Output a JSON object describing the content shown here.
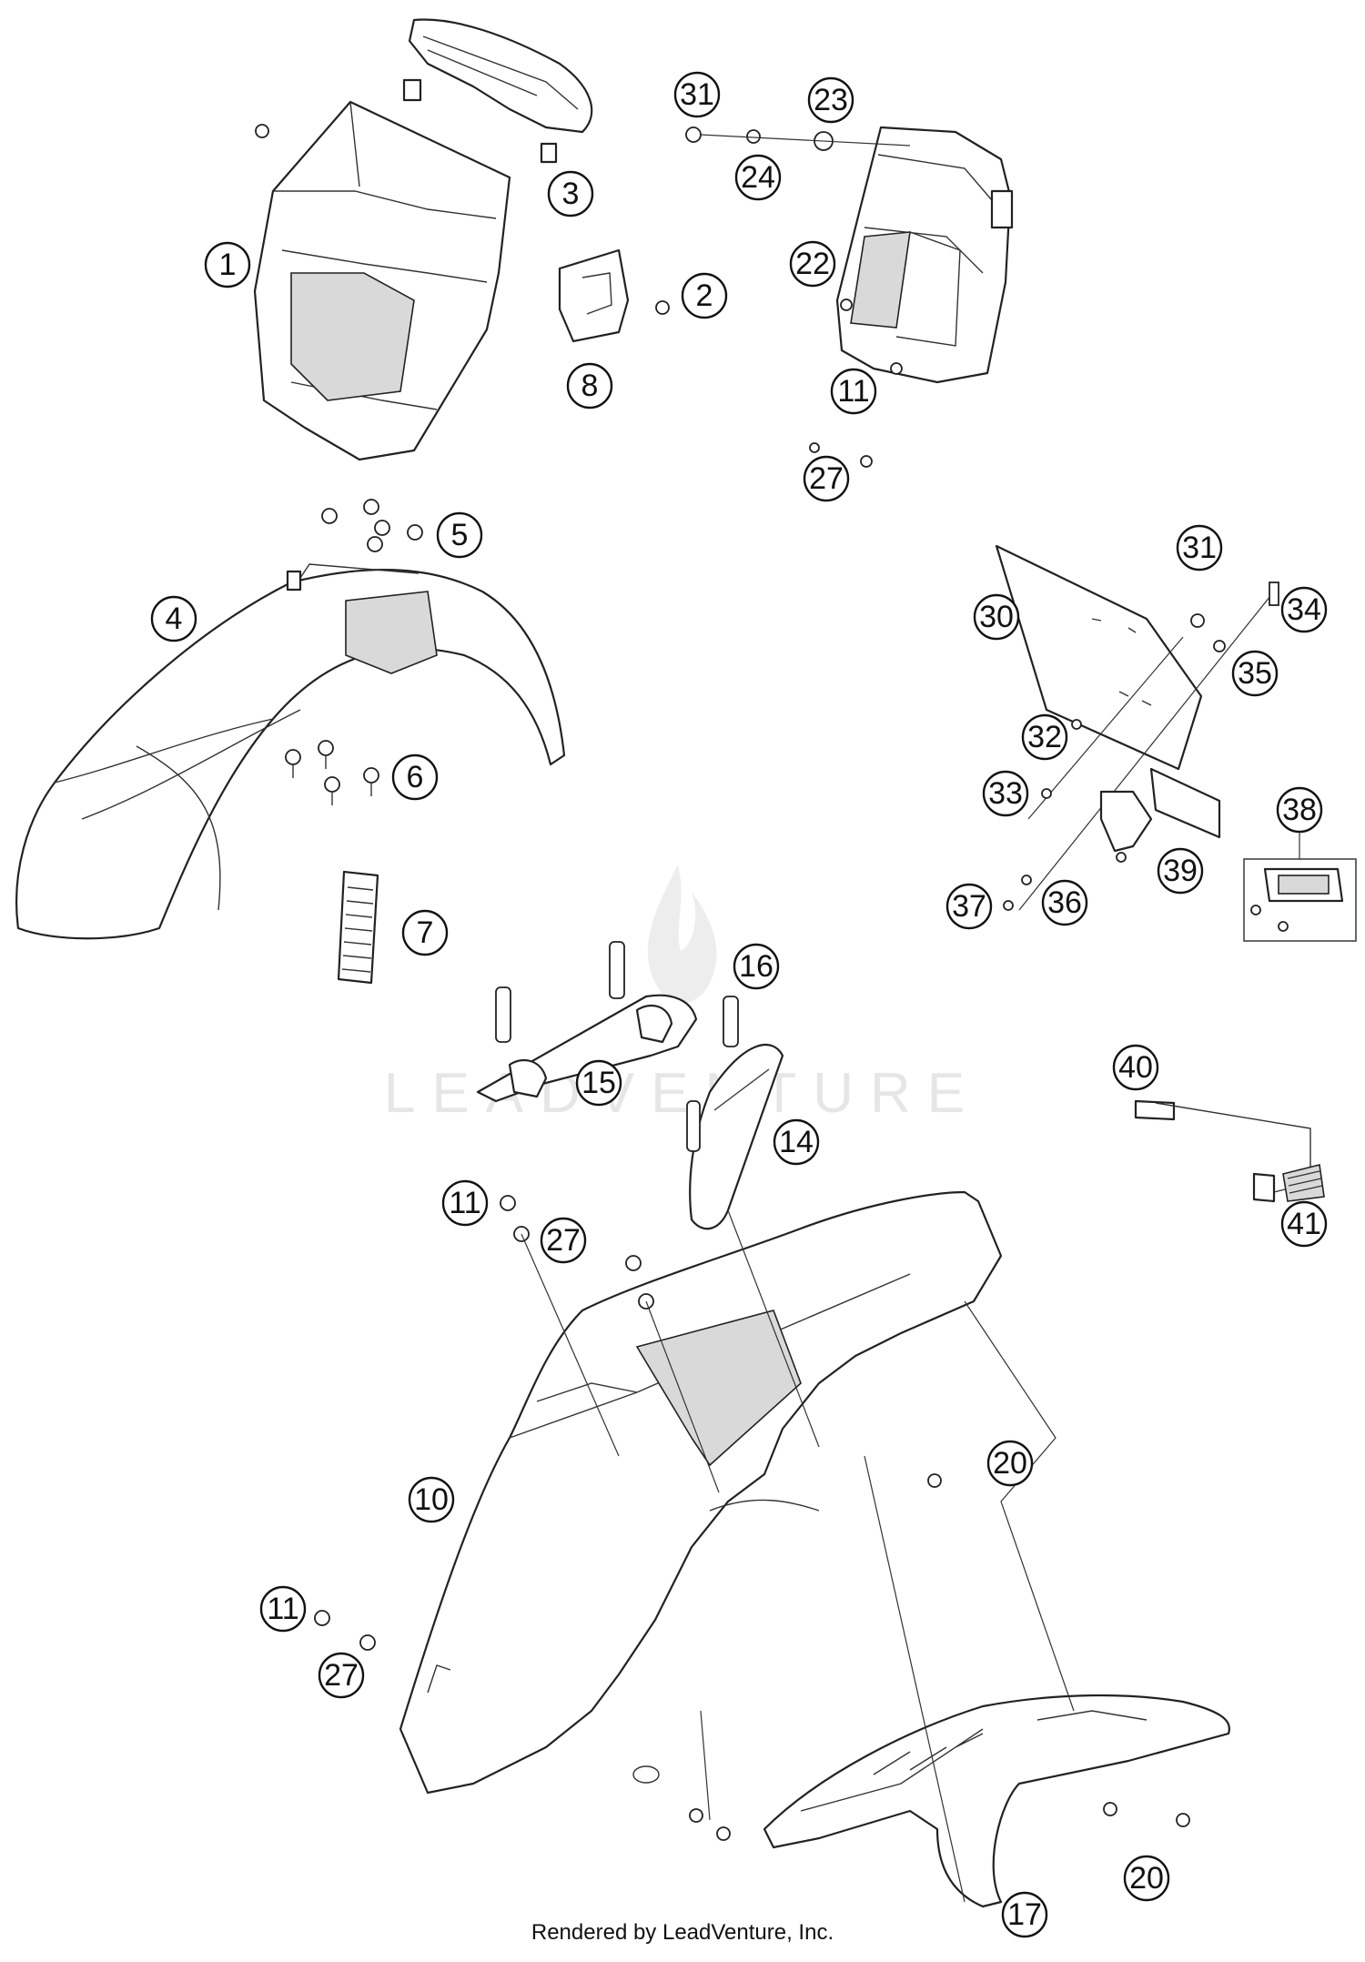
{
  "watermark": {
    "brand": "LEADVENTURE"
  },
  "footer": {
    "credit": "Rendered by LeadVenture, Inc."
  },
  "callouts": [
    "1",
    "2",
    "3",
    "4",
    "5",
    "6",
    "7",
    "8",
    "10",
    "11",
    "11",
    "11",
    "14",
    "15",
    "16",
    "17",
    "20",
    "20",
    "22",
    "23",
    "24",
    "27",
    "27",
    "27",
    "30",
    "31",
    "31",
    "32",
    "33",
    "34",
    "35",
    "36",
    "37",
    "38",
    "39",
    "40",
    "41"
  ]
}
